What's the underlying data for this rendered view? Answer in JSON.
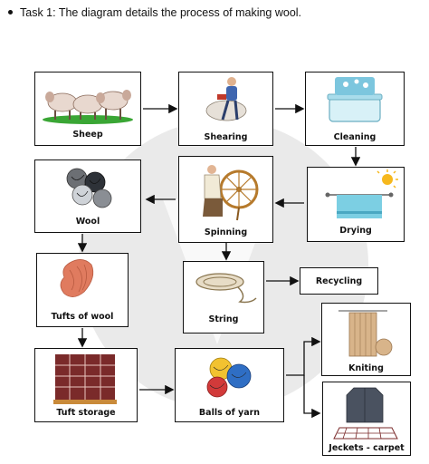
{
  "task": {
    "text": "Task 1: The diagram details the process of making wool."
  },
  "nodes": {
    "sheep": "Sheep",
    "shearing": "Shearing",
    "cleaning": "Cleaning",
    "wool": "Wool",
    "spinning": "Spinning",
    "drying": "Drying",
    "string": "String",
    "recycling": "Recycling",
    "tufts": "Tufts of wool",
    "knitting": "Kniting",
    "tuft_storage": "Tuft storage",
    "balls": "Balls of yarn",
    "jackets": "Jeckets - carpet"
  },
  "icons": [
    "sheep-icon",
    "shearing-icon",
    "bathtub-icon",
    "wool-balls-icon",
    "spinning-wheel-icon",
    "towel-sun-icon",
    "string-icon",
    "tufts-icon",
    "knitting-icon",
    "pallet-icon",
    "yarn-balls-icon",
    "jacket-carpet-icon"
  ]
}
